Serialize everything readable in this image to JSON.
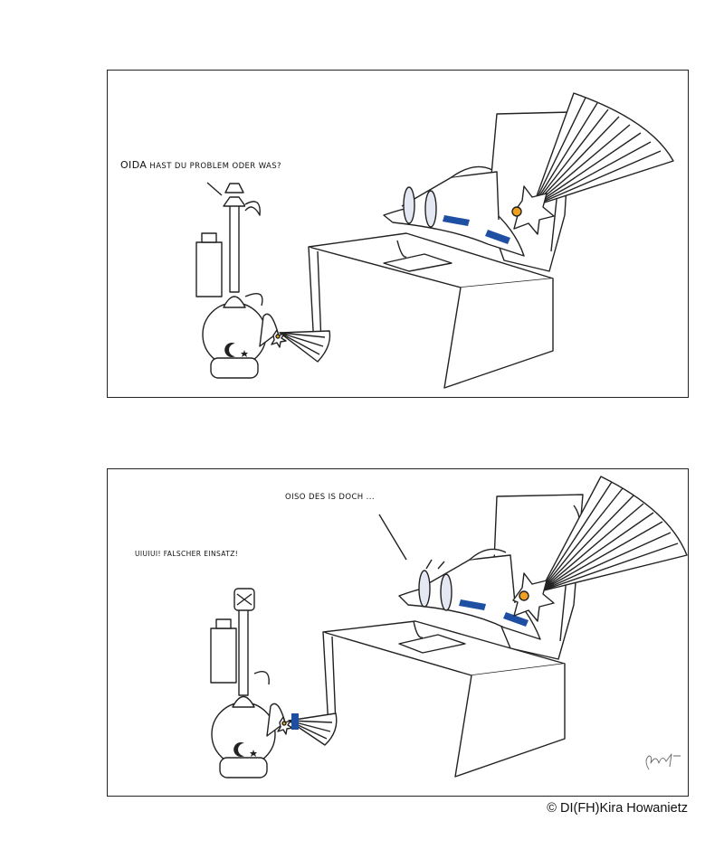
{
  "panels": [
    {
      "speech": [
        {
          "lead": "OIDA",
          "rest": " HAST DU PROBLEM ODER WAS?"
        }
      ],
      "hookah_emblem": "crescent-star-icon"
    },
    {
      "speech": [
        {
          "text": "OISO DES IS DOCH ..."
        },
        {
          "text": "UIUIUI! FALSCHER EINSATZ!"
        }
      ],
      "hookah_emblem": "crescent-star-icon"
    }
  ],
  "copyright": "© DI(FH)Kira Howanietz",
  "colors": {
    "line": "#222222",
    "accent_blue": "#1f4fa3",
    "lens": "#e4e8f2",
    "flower_center": "#f0a020"
  }
}
